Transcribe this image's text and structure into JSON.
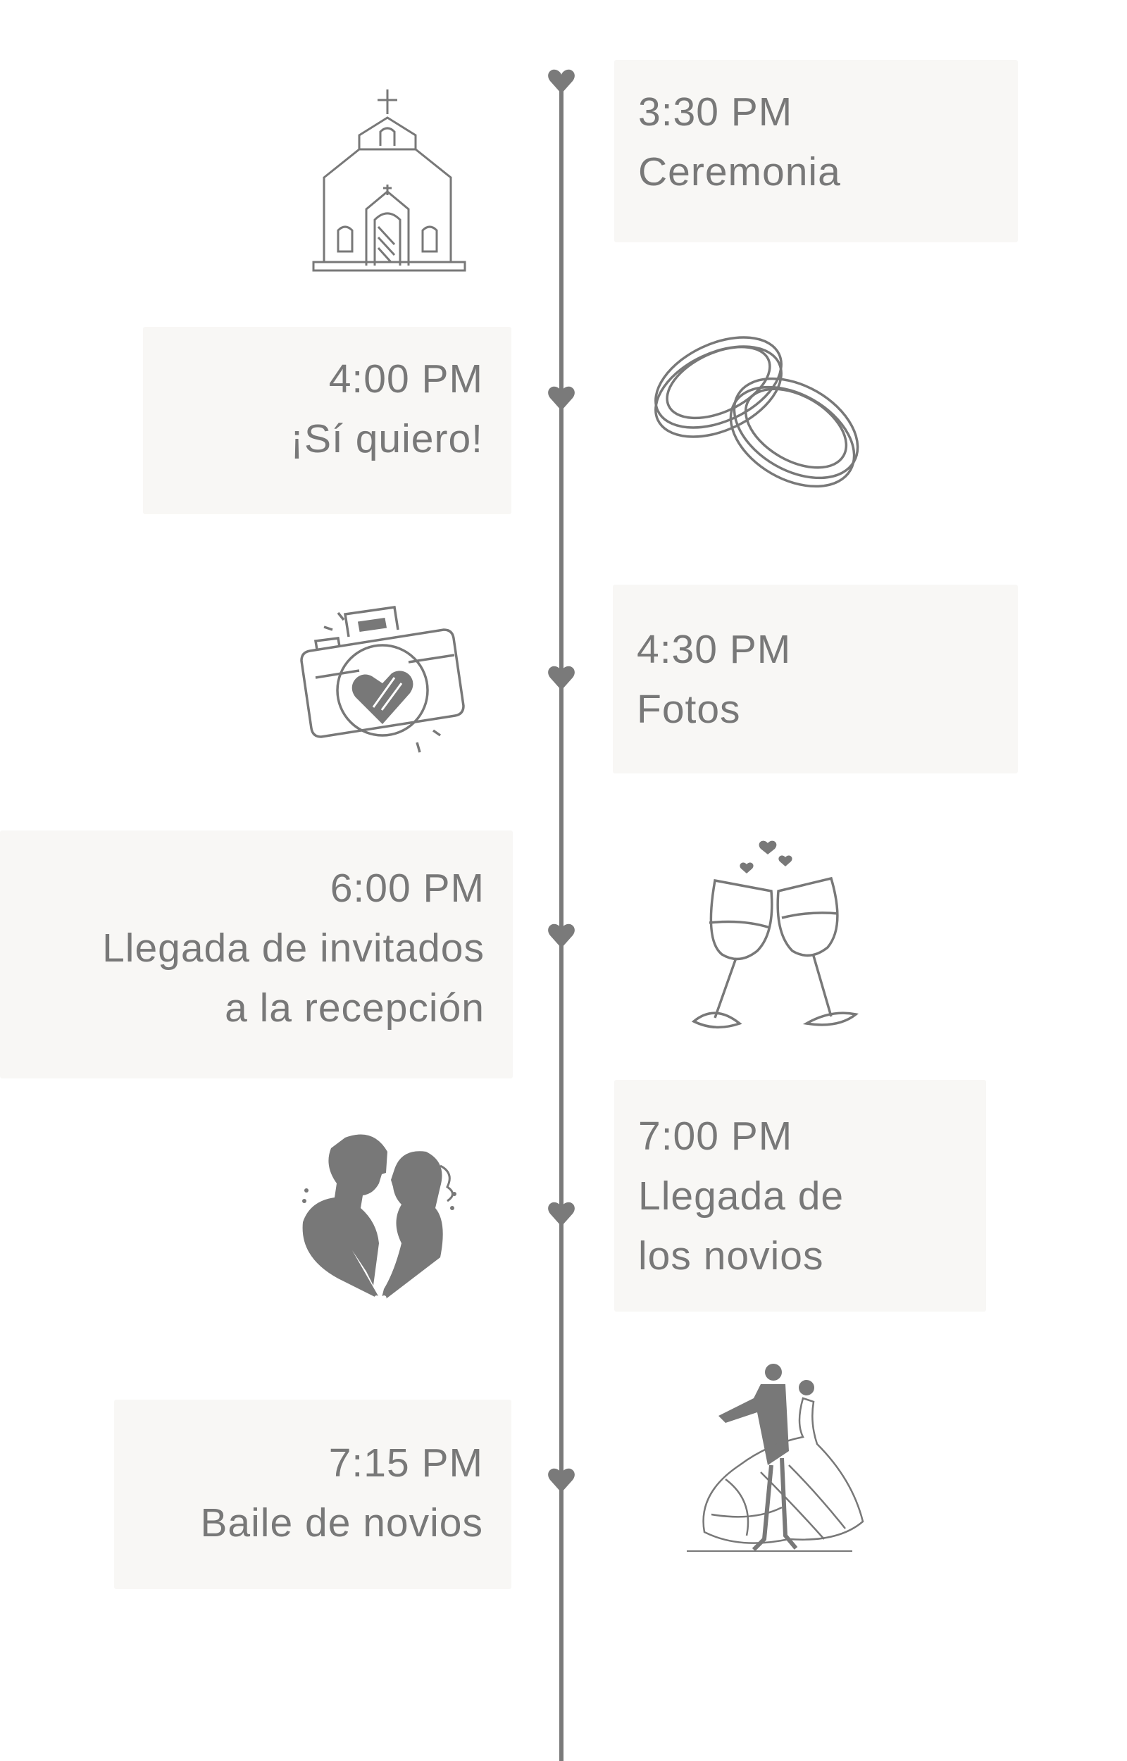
{
  "events": [
    {
      "time": "3:30 PM",
      "lines": [
        "Ceremonia"
      ],
      "icon": "church-icon"
    },
    {
      "time": "4:00 PM",
      "lines": [
        "¡Sí quiero!"
      ],
      "icon": "wedding-rings-icon"
    },
    {
      "time": "4:30 PM",
      "lines": [
        "Fotos"
      ],
      "icon": "camera-heart-icon"
    },
    {
      "time": "6:00 PM",
      "lines": [
        "Llegada de invitados",
        "a la recepción"
      ],
      "icon": "champagne-toast-icon"
    },
    {
      "time": "7:00 PM",
      "lines": [
        "Llegada de",
        "los novios"
      ],
      "icon": "couple-kiss-icon"
    },
    {
      "time": "7:15 PM",
      "lines": [
        "Baile de novios"
      ],
      "icon": "dancing-couple-icon"
    }
  ],
  "colors": {
    "line": "#7a7a7a",
    "text": "#787878",
    "box": "#f8f7f5"
  }
}
